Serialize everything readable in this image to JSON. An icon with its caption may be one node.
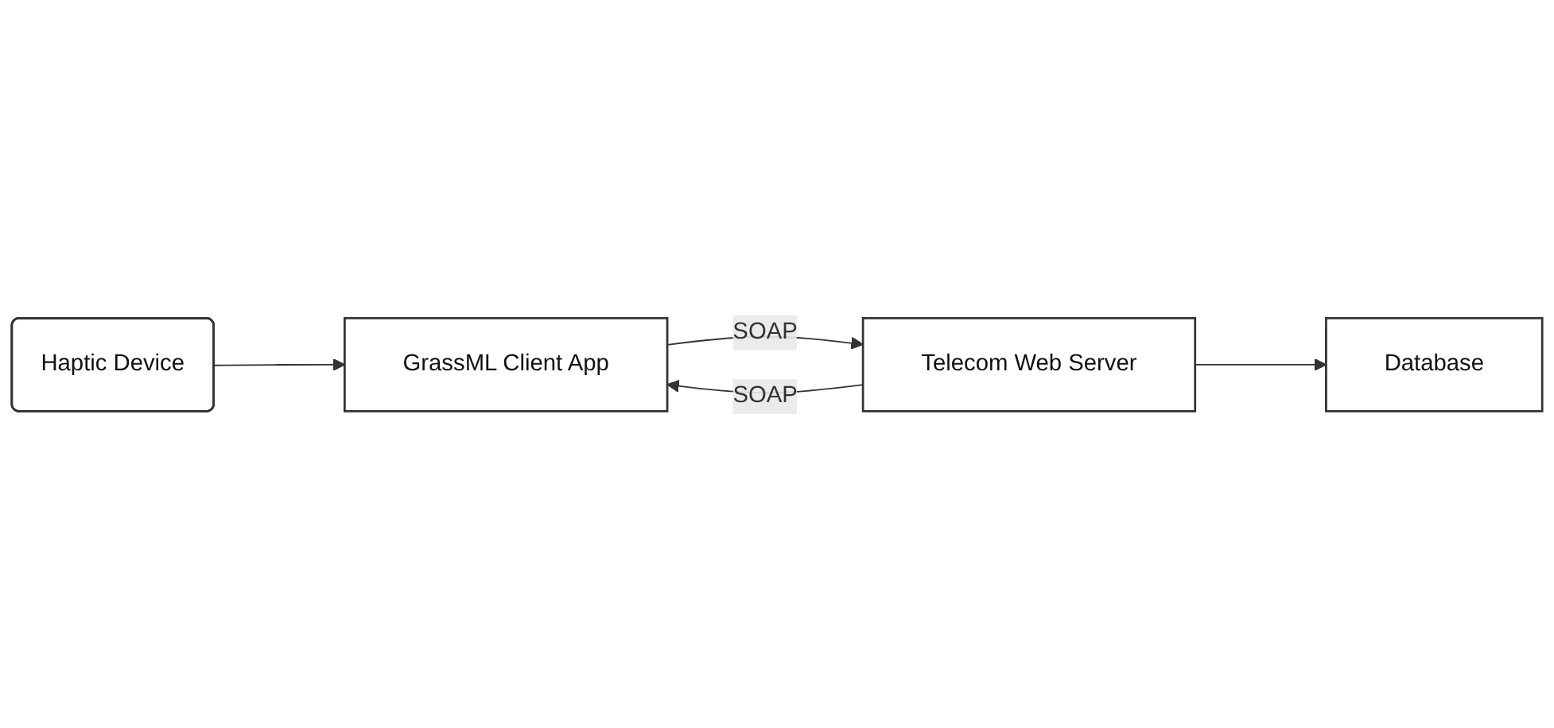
{
  "diagram": {
    "nodes": [
      {
        "text": [
          "Haptic Device"
        ]
      },
      {
        "text": [
          "GrassML Client App"
        ]
      },
      {
        "text": [
          "Telecom Web Server"
        ]
      },
      {
        "text": [
          "Database"
        ]
      }
    ],
    "edges": [
      {
        "from": 0,
        "to": 1,
        "arrow": "to"
      },
      {
        "from": 1,
        "to": 2,
        "label": "SOAP",
        "arrow": "to"
      },
      {
        "from": 2,
        "to": 1,
        "label": "SOAP",
        "arrow": "to"
      },
      {
        "from": 2,
        "to": 3,
        "arrow": "to"
      }
    ]
  }
}
